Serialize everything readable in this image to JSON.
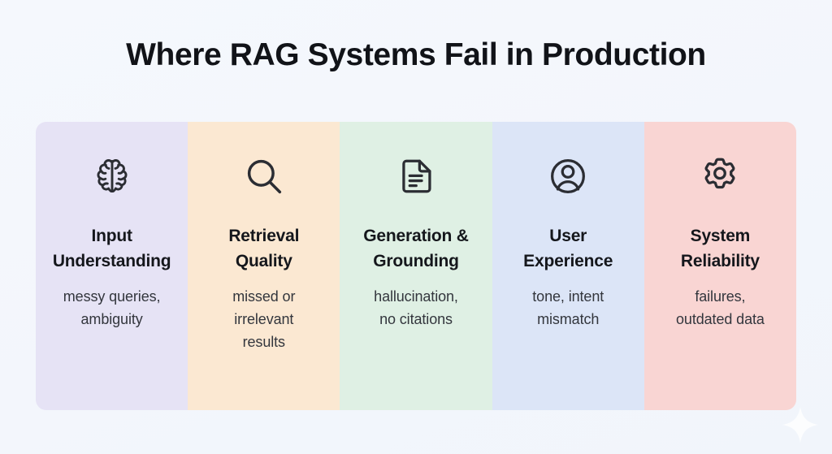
{
  "page": {
    "title": "Where RAG Systems Fail in Production",
    "background_color": "#f4f7fc",
    "title_color": "#111318"
  },
  "cards": [
    {
      "icon": "brain-icon",
      "heading": "Input Understanding",
      "heading_line1": "Input",
      "heading_line2": "Understanding",
      "description": "messy queries, ambiguity",
      "description_line1": "messy queries,",
      "description_line2": "ambiguity",
      "background_color": "#e6e3f5"
    },
    {
      "icon": "magnifier-icon",
      "heading": "Retrieval Quality",
      "heading_line1": "Retrieval",
      "heading_line2": "Quality",
      "description": "missed or irrelevant results",
      "description_line1": "missed or",
      "description_line2": "irrelevant",
      "description_line3": "results",
      "background_color": "#fbe8d2"
    },
    {
      "icon": "document-icon",
      "heading": "Generation & Grounding",
      "heading_line1": "Generation &",
      "heading_line2": "Grounding",
      "description": "hallucination, no citations",
      "description_line1": "hallucination,",
      "description_line2": "no citations",
      "background_color": "#dff0e4"
    },
    {
      "icon": "user-icon",
      "heading": "User Experience",
      "heading_line1": "User",
      "heading_line2": "Experience",
      "description": "tone, intent mismatch",
      "description_line1": "tone, intent",
      "description_line2": "mismatch",
      "background_color": "#dce5f7"
    },
    {
      "icon": "gear-icon",
      "heading": "System Reliability",
      "heading_line1": "System",
      "heading_line2": "Reliability",
      "description": "failures, outdated data",
      "description_line1": "failures,",
      "description_line2": "outdated data",
      "background_color": "#f9d5d3"
    }
  ],
  "decoration": {
    "sparkle": "sparkle-icon"
  }
}
